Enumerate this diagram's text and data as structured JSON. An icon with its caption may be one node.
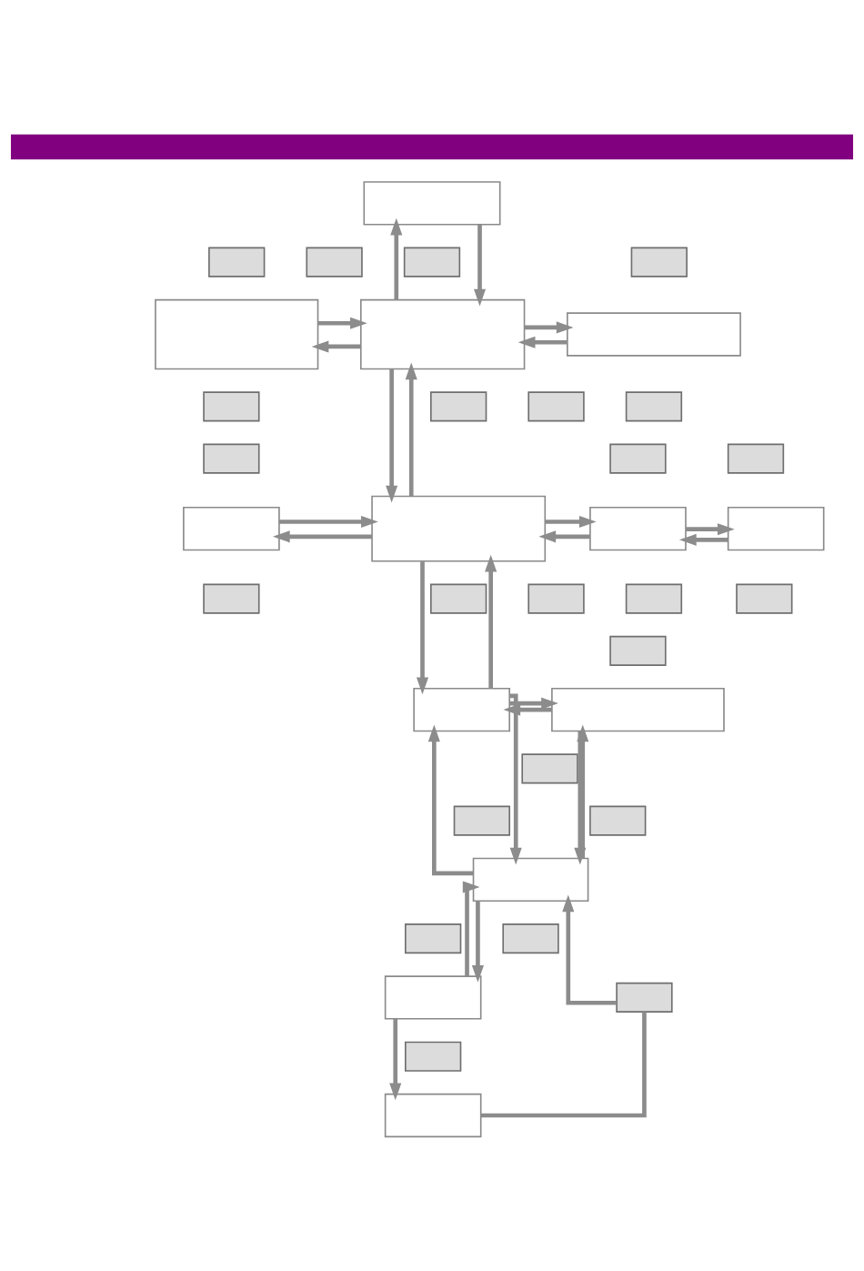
{
  "diagram": {
    "nodes": [
      {
        "text": [],
        "shape": "bar"
      },
      {
        "text": [],
        "shape": "box"
      },
      {
        "text": [],
        "shape": "box"
      },
      {
        "text": [],
        "shape": "box"
      },
      {
        "text": [],
        "shape": "box"
      },
      {
        "text": [],
        "shape": "box"
      },
      {
        "text": [],
        "shape": "box"
      },
      {
        "text": [],
        "shape": "box"
      },
      {
        "text": [],
        "shape": "box"
      },
      {
        "text": [],
        "shape": "box"
      },
      {
        "text": [],
        "shape": "box"
      },
      {
        "text": [],
        "shape": "box"
      },
      {
        "text": [],
        "shape": "box"
      },
      {
        "text": [],
        "shape": "box"
      },
      {
        "text": [],
        "shape": "box"
      },
      {
        "text": [],
        "shape": "box"
      },
      {
        "text": [],
        "shape": "box"
      },
      {
        "text": [],
        "shape": "box"
      },
      {
        "text": [],
        "shape": "box"
      },
      {
        "text": [],
        "shape": "box"
      },
      {
        "text": [],
        "shape": "box"
      },
      {
        "text": [],
        "shape": "box"
      },
      {
        "text": [],
        "shape": "box"
      },
      {
        "text": [],
        "shape": "box"
      },
      {
        "text": [],
        "shape": "box"
      },
      {
        "text": [],
        "shape": "box"
      },
      {
        "text": [],
        "shape": "box"
      },
      {
        "text": [],
        "shape": "box"
      },
      {
        "text": [],
        "shape": "box"
      },
      {
        "text": [],
        "shape": "box"
      },
      {
        "text": [],
        "shape": "box"
      },
      {
        "text": [],
        "shape": "box"
      },
      {
        "text": [],
        "shape": "box"
      },
      {
        "text": [],
        "shape": "box"
      },
      {
        "text": [],
        "shape": "box"
      },
      {
        "text": [],
        "shape": "box"
      },
      {
        "text": [],
        "shape": "box"
      },
      {
        "text": [],
        "shape": "box"
      }
    ],
    "edges": [
      {
        "from": 7,
        "to": 1,
        "arrow": "to"
      },
      {
        "from": 1,
        "to": 7,
        "arrow": "to"
      },
      {
        "from": 6,
        "to": 7,
        "arrow": "to"
      },
      {
        "from": 7,
        "to": 6,
        "arrow": "to"
      },
      {
        "from": 7,
        "to": 8,
        "arrow": "to"
      },
      {
        "from": 8,
        "to": 7,
        "arrow": "to"
      },
      {
        "from": 17,
        "to": 7,
        "arrow": "to"
      },
      {
        "from": 7,
        "to": 17,
        "arrow": "to"
      },
      {
        "from": 16,
        "to": 17,
        "arrow": "to"
      },
      {
        "from": 17,
        "to": 16,
        "arrow": "to"
      },
      {
        "from": 17,
        "to": 18,
        "arrow": "to"
      },
      {
        "from": 18,
        "to": 17,
        "arrow": "to"
      },
      {
        "from": 18,
        "to": 19,
        "arrow": "to"
      },
      {
        "from": 19,
        "to": 18,
        "arrow": "to"
      },
      {
        "from": 26,
        "to": 17,
        "arrow": "to"
      },
      {
        "from": 17,
        "to": 26,
        "arrow": "to"
      },
      {
        "from": 26,
        "to": 27,
        "arrow": "to"
      },
      {
        "from": 27,
        "to": 26,
        "arrow": "to"
      },
      {
        "from": 31,
        "to": 26,
        "arrow": "to"
      },
      {
        "from": 31,
        "to": 27,
        "arrow": "to"
      },
      {
        "from": 26,
        "to": 31,
        "arrow": "to"
      },
      {
        "from": 27,
        "to": 31,
        "arrow": "to"
      },
      {
        "from": 34,
        "to": 31,
        "arrow": "to"
      },
      {
        "from": 31,
        "to": 34,
        "arrow": "to"
      },
      {
        "from": 34,
        "to": 37,
        "arrow": "to"
      },
      {
        "from": 37,
        "to": 35,
        "arrow": "none"
      },
      {
        "from": 35,
        "to": 31,
        "arrow": "to"
      }
    ]
  }
}
